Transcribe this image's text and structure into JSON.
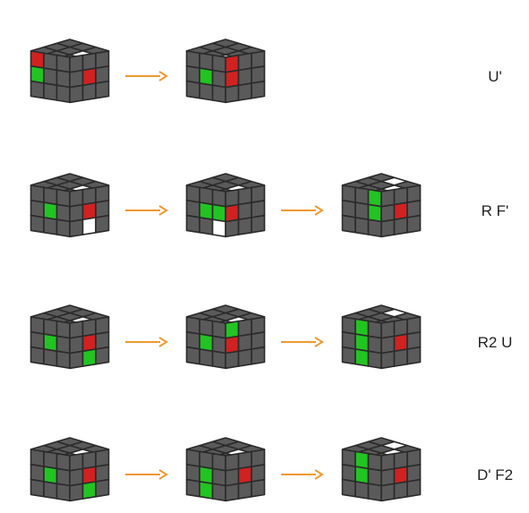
{
  "colors": {
    "gray": "#5a5a5a",
    "line": "#2b2b2b",
    "white": "#ffffff",
    "green": "#22c422",
    "red": "#d12121",
    "arrow": "#f2992e"
  },
  "rows": [
    {
      "notation": "U'",
      "steps": [
        {
          "top": [
            [
              0,
              0,
              0
            ],
            [
              0,
              0,
              0
            ],
            [
              0,
              "w",
              0
            ]
          ],
          "left": [
            [
              "r",
              0,
              0
            ],
            [
              "g",
              0,
              0
            ],
            [
              0,
              0,
              0
            ]
          ],
          "right": [
            [
              0,
              0,
              0
            ],
            [
              0,
              "r",
              0
            ],
            [
              0,
              0,
              0
            ]
          ]
        },
        {
          "top": [
            [
              0,
              0,
              0
            ],
            [
              0,
              0,
              0
            ],
            [
              0,
              0,
              "w"
            ]
          ],
          "left": [
            [
              0,
              0,
              0
            ],
            [
              0,
              "g",
              0
            ],
            [
              0,
              0,
              0
            ]
          ],
          "right": [
            [
              "r",
              0,
              0
            ],
            [
              "r",
              0,
              0
            ],
            [
              0,
              0,
              0
            ]
          ]
        }
      ]
    },
    {
      "notation": "R F'",
      "steps": [
        {
          "top": [
            [
              0,
              0,
              0
            ],
            [
              0,
              0,
              0
            ],
            [
              0,
              "w",
              0
            ]
          ],
          "left": [
            [
              0,
              0,
              0
            ],
            [
              0,
              "g",
              0
            ],
            [
              0,
              0,
              0
            ]
          ],
          "right": [
            [
              0,
              0,
              0
            ],
            [
              0,
              "r",
              0
            ],
            [
              0,
              "w",
              0
            ]
          ]
        },
        {
          "top": [
            [
              0,
              0,
              0
            ],
            [
              0,
              0,
              0
            ],
            [
              0,
              "w",
              0
            ]
          ],
          "left": [
            [
              0,
              0,
              0
            ],
            [
              0,
              "g",
              "g"
            ],
            [
              0,
              0,
              "w"
            ]
          ],
          "right": [
            [
              0,
              0,
              0
            ],
            [
              "r",
              0,
              0
            ],
            [
              0,
              0,
              0
            ]
          ]
        },
        {
          "top": [
            [
              0,
              0,
              0
            ],
            [
              "w",
              0,
              0
            ],
            [
              0,
              "w",
              0
            ]
          ],
          "left": [
            [
              0,
              0,
              "g"
            ],
            [
              0,
              0,
              "g"
            ],
            [
              0,
              0,
              0
            ]
          ],
          "right": [
            [
              0,
              0,
              0
            ],
            [
              0,
              "r",
              0
            ],
            [
              0,
              0,
              0
            ]
          ]
        }
      ]
    },
    {
      "notation": "R2 U",
      "steps": [
        {
          "top": [
            [
              0,
              0,
              0
            ],
            [
              0,
              0,
              0
            ],
            [
              0,
              "w",
              0
            ]
          ],
          "left": [
            [
              0,
              0,
              0
            ],
            [
              0,
              "g",
              0
            ],
            [
              0,
              0,
              0
            ]
          ],
          "right": [
            [
              0,
              0,
              0
            ],
            [
              0,
              "r",
              0
            ],
            [
              0,
              "g",
              0
            ]
          ]
        },
        {
          "top": [
            [
              0,
              0,
              0
            ],
            [
              0,
              0,
              0
            ],
            [
              0,
              "w",
              0
            ]
          ],
          "left": [
            [
              0,
              0,
              0
            ],
            [
              0,
              "g",
              0
            ],
            [
              0,
              0,
              0
            ]
          ],
          "right": [
            [
              "g",
              0,
              0
            ],
            [
              "r",
              0,
              0
            ],
            [
              0,
              0,
              0
            ]
          ]
        },
        {
          "top": [
            [
              0,
              0,
              0
            ],
            [
              "w",
              0,
              0
            ],
            [
              0,
              0,
              0
            ]
          ],
          "left": [
            [
              0,
              "g",
              0
            ],
            [
              0,
              "g",
              0
            ],
            [
              0,
              "g",
              0
            ]
          ],
          "right": [
            [
              0,
              0,
              0
            ],
            [
              0,
              "r",
              0
            ],
            [
              0,
              0,
              0
            ]
          ]
        }
      ]
    },
    {
      "notation": "D' F2",
      "steps": [
        {
          "top": [
            [
              0,
              0,
              0
            ],
            [
              0,
              0,
              0
            ],
            [
              0,
              "w",
              0
            ]
          ],
          "left": [
            [
              0,
              0,
              0
            ],
            [
              0,
              "g",
              0
            ],
            [
              0,
              0,
              0
            ]
          ],
          "right": [
            [
              0,
              0,
              0
            ],
            [
              0,
              "r",
              0
            ],
            [
              0,
              "g",
              0
            ]
          ]
        },
        {
          "top": [
            [
              0,
              0,
              0
            ],
            [
              0,
              0,
              0
            ],
            [
              0,
              "w",
              0
            ]
          ],
          "left": [
            [
              0,
              0,
              0
            ],
            [
              0,
              "g",
              0
            ],
            [
              0,
              "g",
              0
            ]
          ],
          "right": [
            [
              0,
              0,
              0
            ],
            [
              0,
              "r",
              0
            ],
            [
              0,
              0,
              0
            ]
          ]
        },
        {
          "top": [
            [
              0,
              0,
              0
            ],
            [
              "w",
              0,
              0
            ],
            [
              0,
              "w",
              0
            ]
          ],
          "left": [
            [
              0,
              "g",
              0
            ],
            [
              0,
              "g",
              0
            ],
            [
              0,
              0,
              0
            ]
          ],
          "right": [
            [
              0,
              0,
              0
            ],
            [
              0,
              "r",
              0
            ],
            [
              0,
              0,
              0
            ]
          ]
        }
      ]
    }
  ]
}
